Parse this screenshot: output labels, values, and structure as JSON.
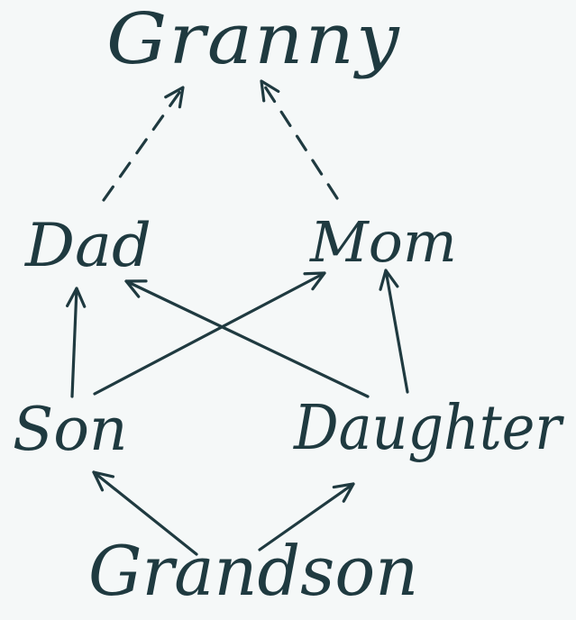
{
  "nodes": {
    "granny": "Granny",
    "dad": "Dad",
    "mom": "Mom",
    "son": "Son",
    "daughter": "Daughter",
    "grandson": "Grandson"
  },
  "edges": [
    {
      "from": "dad",
      "to": "granny",
      "style": "dashed"
    },
    {
      "from": "mom",
      "to": "granny",
      "style": "dashed"
    },
    {
      "from": "son",
      "to": "dad",
      "style": "solid"
    },
    {
      "from": "son",
      "to": "mom",
      "style": "solid"
    },
    {
      "from": "daughter",
      "to": "dad",
      "style": "solid"
    },
    {
      "from": "daughter",
      "to": "mom",
      "style": "solid"
    },
    {
      "from": "grandson",
      "to": "son",
      "style": "solid"
    },
    {
      "from": "grandson",
      "to": "daughter",
      "style": "solid"
    }
  ],
  "colors": {
    "ink": "#1f3a40",
    "paper": "#f5f8f8"
  }
}
